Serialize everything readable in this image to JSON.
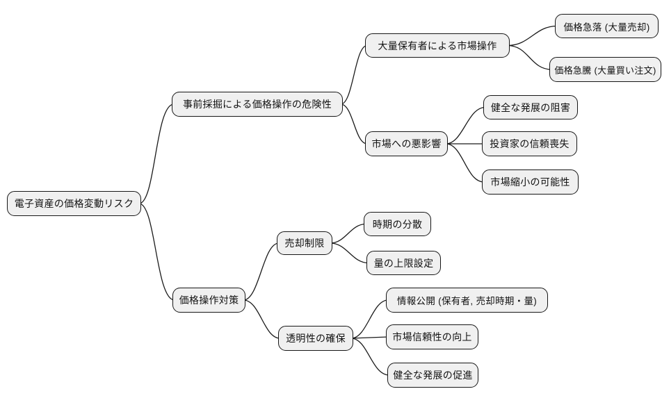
{
  "style": {
    "background": "#ffffff",
    "node_fill": "#f0f0f0",
    "node_border": "#161616",
    "connector_color": "#1a1a1a",
    "text_color": "#111111"
  },
  "mindmap": {
    "root": {
      "label": "電子資産の価格変動リスク",
      "children": [
        {
          "label": "事前採掘による価格操作の危険性",
          "children": [
            {
              "label": "大量保有者による市場操作",
              "children": [
                {
                  "label": "価格急落 (大量売却)"
                },
                {
                  "label": "価格急騰 (大量買い注文)"
                }
              ]
            },
            {
              "label": "市場への悪影響",
              "children": [
                {
                  "label": "健全な発展の阻害"
                },
                {
                  "label": "投資家の信頼喪失"
                },
                {
                  "label": "市場縮小の可能性"
                }
              ]
            }
          ]
        },
        {
          "label": "価格操作対策",
          "children": [
            {
              "label": "売却制限",
              "children": [
                {
                  "label": "時期の分散"
                },
                {
                  "label": "量の上限設定"
                }
              ]
            },
            {
              "label": "透明性の確保",
              "children": [
                {
                  "label": "情報公開 (保有者, 売却時期・量)"
                },
                {
                  "label": "市場信頼性の向上"
                },
                {
                  "label": "健全な発展の促進"
                }
              ]
            }
          ]
        }
      ]
    }
  }
}
